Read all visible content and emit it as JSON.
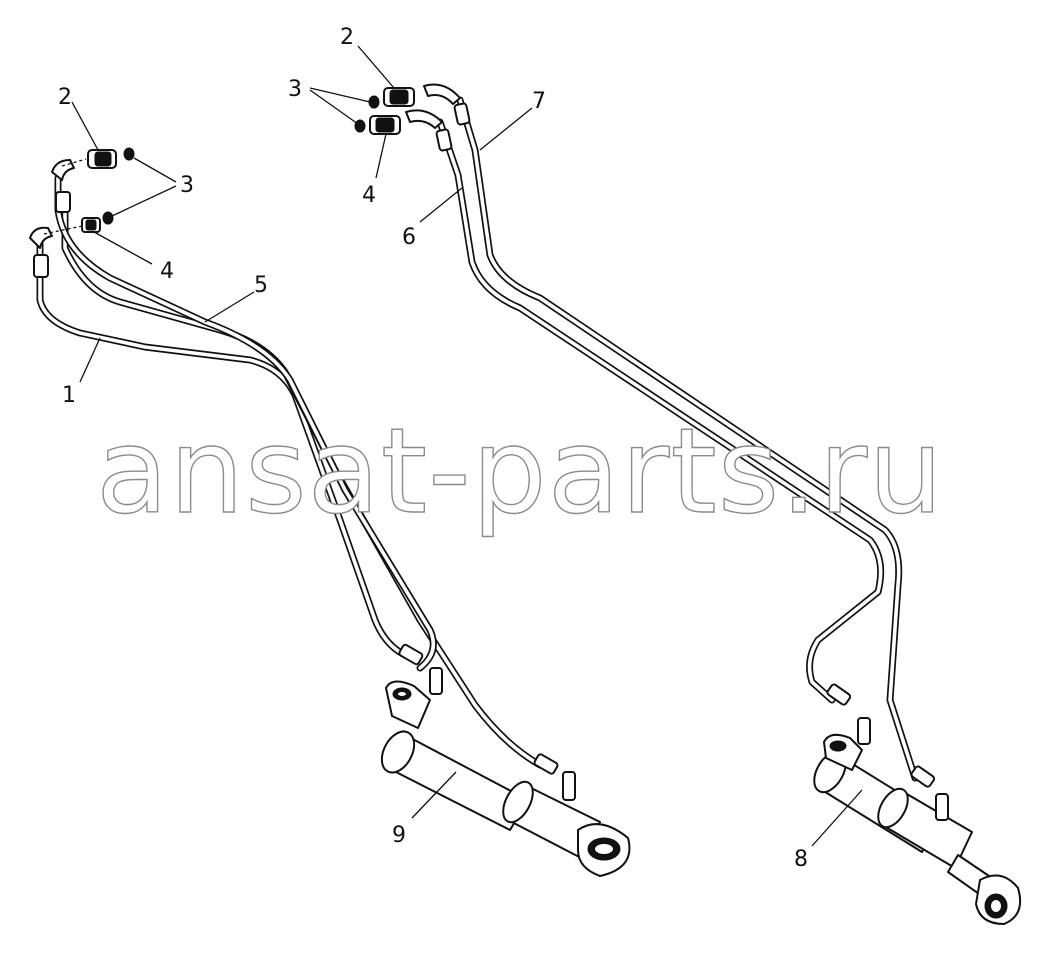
{
  "diagram": {
    "watermark": "ansat-parts.ru",
    "callouts": {
      "c1": "1",
      "c5": "5",
      "c2_left": "2",
      "c3_left": "3",
      "c4_left": "4",
      "c2_right": "2",
      "c3_right": "3",
      "c4_right": "4",
      "c6": "6",
      "c7": "7",
      "c8": "8",
      "c9": "9"
    }
  }
}
